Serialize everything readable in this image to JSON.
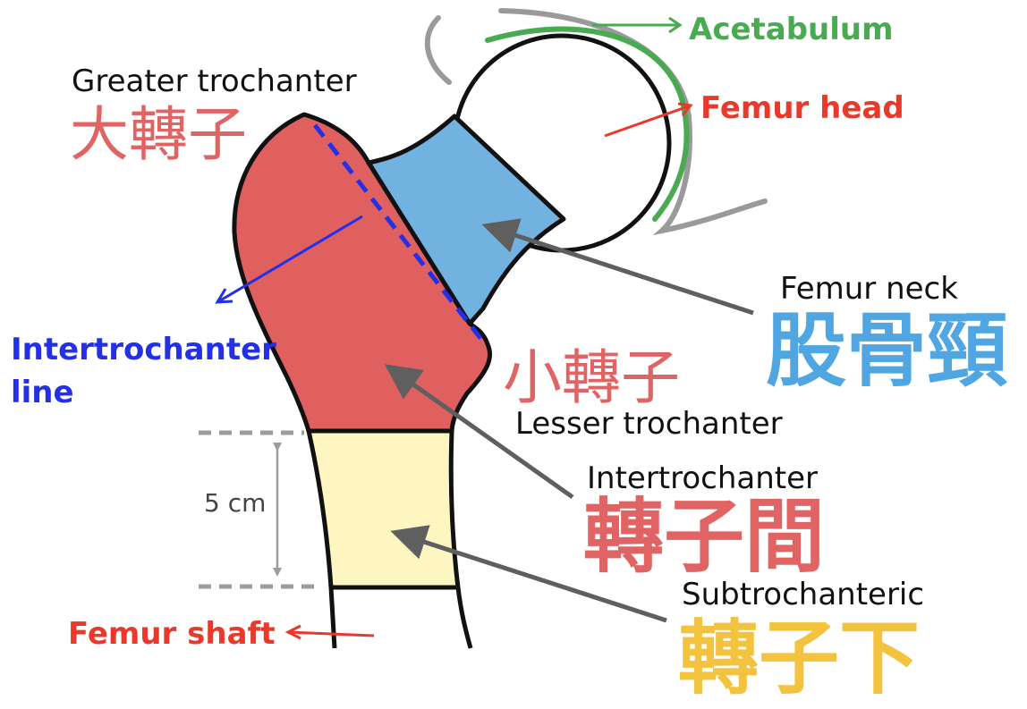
{
  "colors": {
    "outline": "#111111",
    "trochanter_red": "#e06060",
    "neck_blue": "#72b2e0",
    "subtroch_yellow": "#fdf6c0",
    "acetabulum_green": "#4aaa52",
    "acetabulum_gray": "#9a9a9a",
    "femur_head_red": "#e8392b",
    "intertroch_line_blue": "#2430e6",
    "pointer_gray": "#5f5f5f",
    "dim_gray": "#9c9c9c",
    "label_red_cjk": "#e06464",
    "label_blue_cjk": "#4fa6e0",
    "label_yellow_cjk": "#f3c340"
  },
  "labels": {
    "acetabulum": "Acetabulum",
    "femur_head": "Femur head",
    "greater_trochanter_en": "Greater trochanter",
    "greater_trochanter_jp": "大轉子",
    "intertrochanter_line_1": "Intertrochanter",
    "intertrochanter_line_2": "line",
    "femur_neck_en": "Femur neck",
    "femur_neck_jp": "股骨頸",
    "lesser_trochanter_jp": "小轉子",
    "lesser_trochanter_en": "Lesser trochanter",
    "intertrochanter_en": "Intertrochanter",
    "intertrochanter_jp": "轉子間",
    "subtrochanteric_en": "Subtrochanteric",
    "subtrochanteric_jp": "轉子下",
    "femur_shaft": "Femur shaft",
    "dimension": "5 cm"
  }
}
